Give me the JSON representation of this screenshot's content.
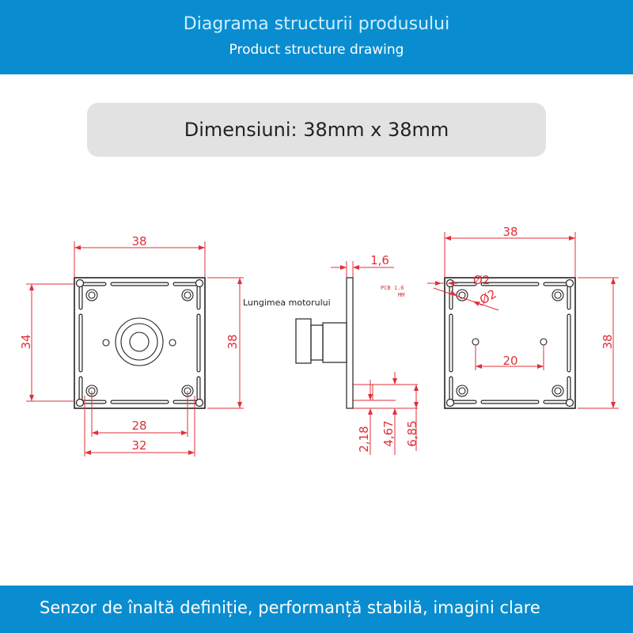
{
  "header": {
    "title": "Diagrama structurii produsului",
    "subtitle": "Product structure drawing"
  },
  "dimensions_label": "Dimensiuni: 38mm x 38mm",
  "drawing": {
    "front_view": {
      "width": "38",
      "height_outer": "38",
      "hole_vertical": "34",
      "hole_inner": "28",
      "hole_outer": "32"
    },
    "side_view": {
      "pcb_thickness": "1,6",
      "pcb_note_line1": "PCB 1.6",
      "pcb_note_line2": "MM",
      "motor_length_label": "Lungimea motorului",
      "dim_a": "2,18",
      "dim_b": "4,67",
      "dim_c": "6,85"
    },
    "back_view": {
      "width": "38",
      "height": "38",
      "hole_spacing": "20",
      "diameter_1": "Ø2",
      "diameter_2": "Ø2"
    },
    "colors": {
      "dimension": "#e0303a",
      "outline": "#222222",
      "accent": "#0a8dd0"
    }
  },
  "footer": {
    "text": "Senzor de înaltă definiție, performanță stabilă, imagini clare"
  }
}
